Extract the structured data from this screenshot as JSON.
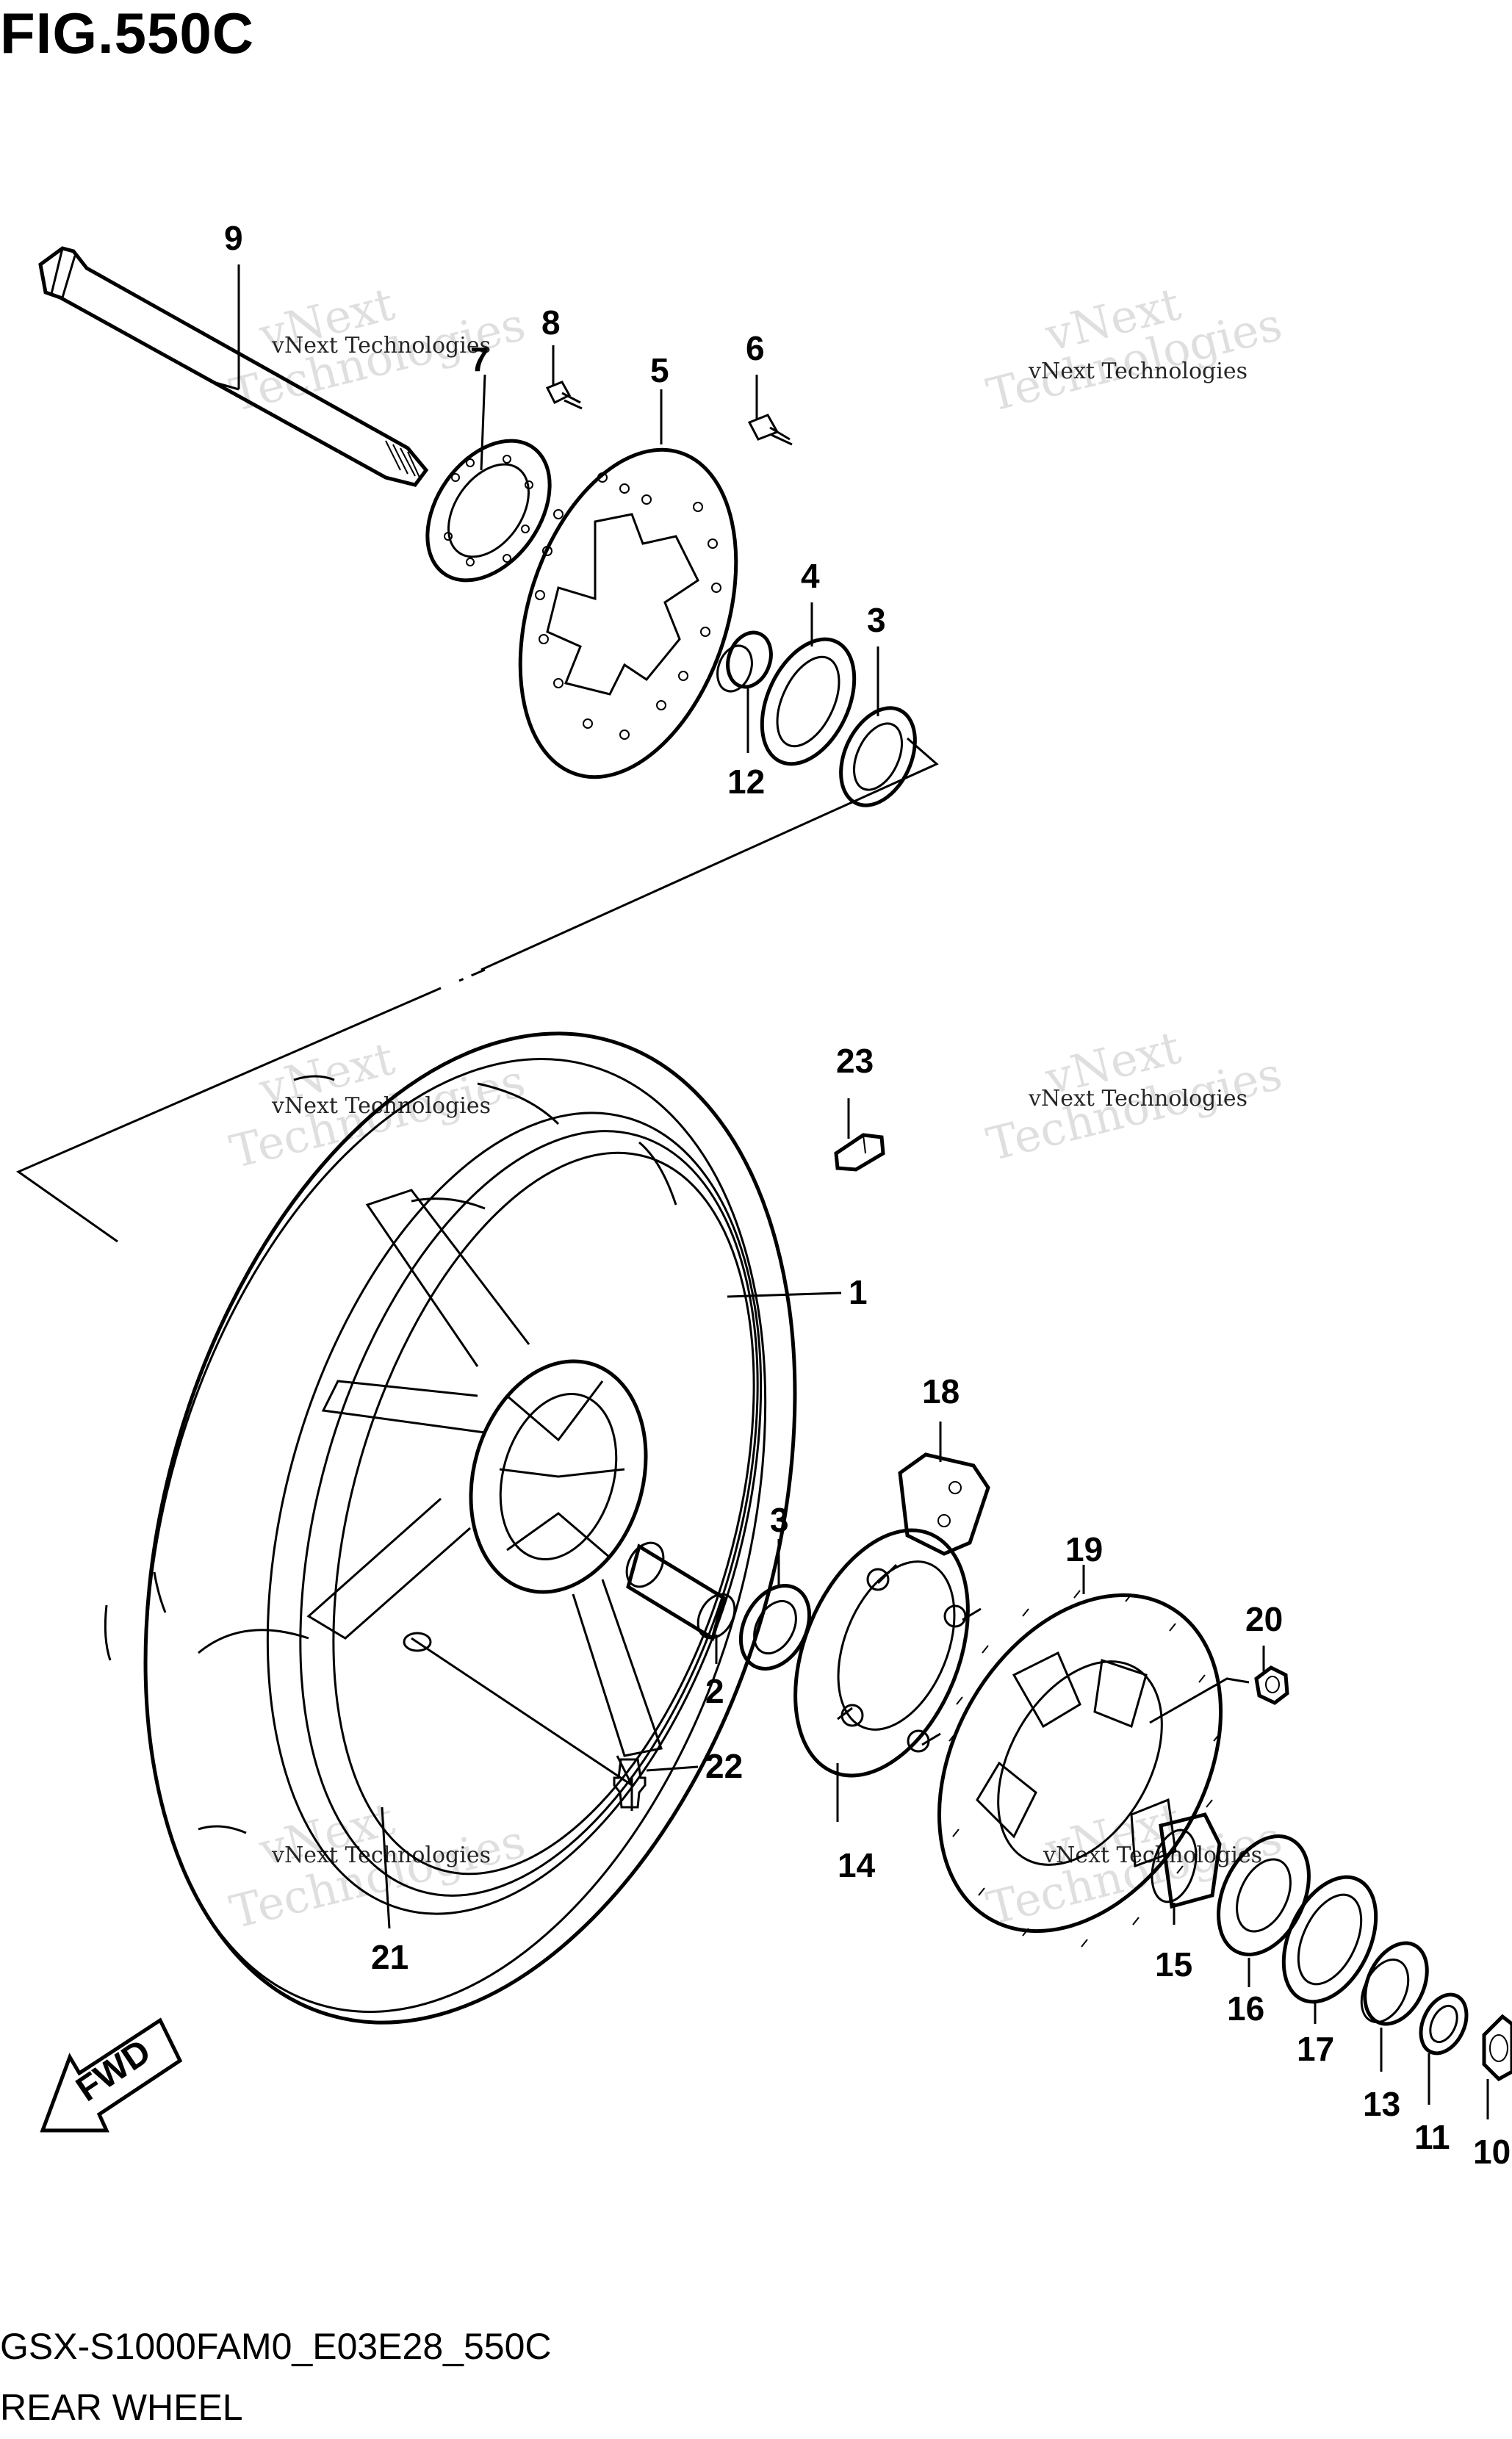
{
  "figure": {
    "title": "FIG.550C",
    "code": "GSX-S1000FAM0_E03E28_550C",
    "name": "REAR WHEEL"
  },
  "watermark": {
    "small": "vNext Technologies",
    "large_line1": "vNext",
    "large_line2": "Technologies"
  },
  "direction_badge": "FWD",
  "callouts": [
    "1",
    "2",
    "3",
    "3",
    "4",
    "5",
    "6",
    "7",
    "8",
    "9",
    "10",
    "11",
    "12",
    "13",
    "14",
    "15",
    "16",
    "17",
    "18",
    "19",
    "20",
    "21",
    "22",
    "23"
  ]
}
